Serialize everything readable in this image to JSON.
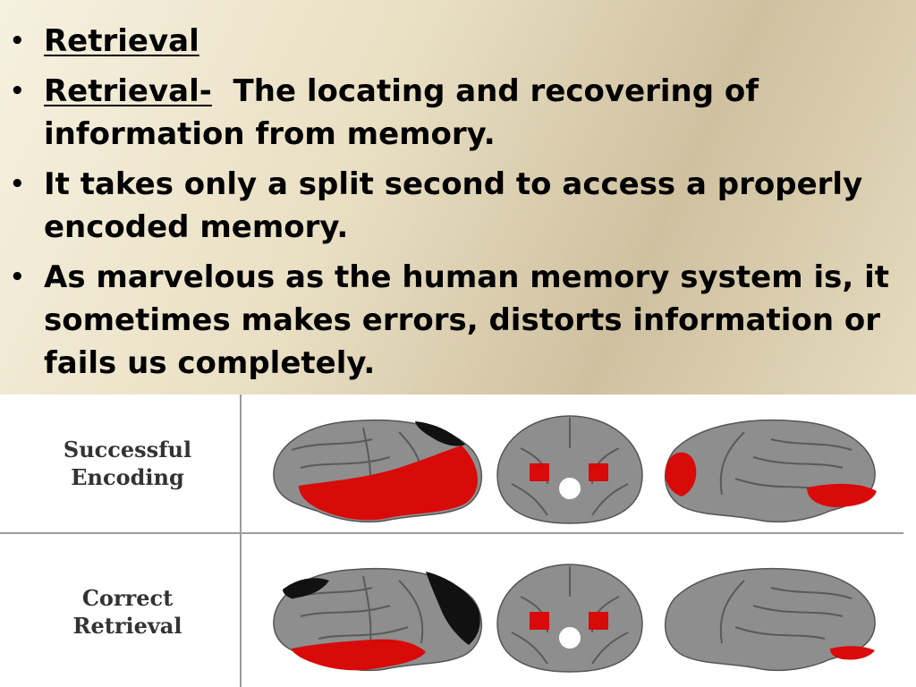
{
  "bullets": [
    {
      "term": "Retrieval",
      "text": ""
    },
    {
      "term": "Retrieval-",
      "text": "The locating and recovering of information from memory."
    },
    {
      "term": "",
      "text": "It takes only a split second to access a properly encoded memory."
    },
    {
      "term": "",
      "text": "As marvelous as the human memory system is, it sometimes makes errors, distorts information or fails us completely."
    }
  ],
  "figure": {
    "rows": [
      {
        "label_line1": "Successful",
        "label_line2": "Encoding"
      },
      {
        "label_line1": "Correct",
        "label_line2": "Retrieval"
      }
    ],
    "colors": {
      "brain": "#8e8e8e",
      "activation": "#d80a0a",
      "deactivation": "#111111"
    }
  }
}
